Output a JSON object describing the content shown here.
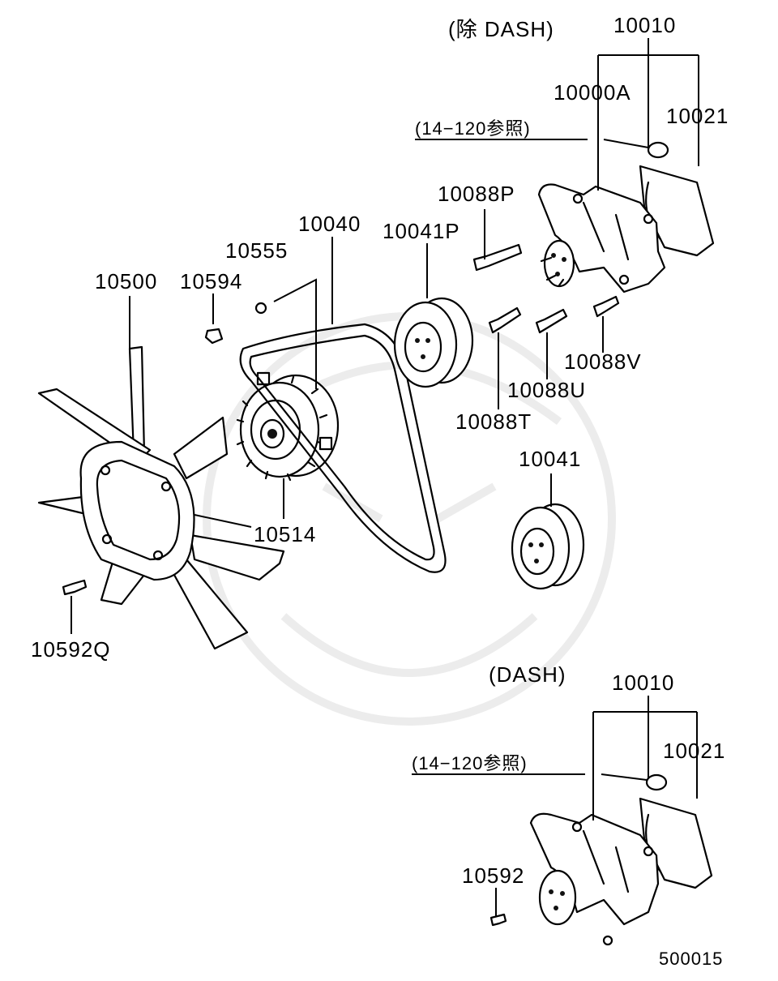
{
  "section_top": "(除  DASH)",
  "section_bottom": "(DASH)",
  "ref_note_top": "(14−120参照)",
  "ref_note_bottom": "(14−120参照)",
  "diagram_id": "500015",
  "callouts": {
    "c10010_top": "10010",
    "c10000A": "10000A",
    "c10021_top": "10021",
    "c10088P": "10088P",
    "c10040": "10040",
    "c10041P": "10041P",
    "c10555": "10555",
    "c10500": "10500",
    "c10594": "10594",
    "c10088V": "10088V",
    "c10088U": "10088U",
    "c10088T": "10088T",
    "c10041": "10041",
    "c10514": "10514",
    "c10592Q": "10592Q",
    "c10010_bottom": "10010",
    "c10021_bottom": "10021",
    "c10592": "10592"
  }
}
